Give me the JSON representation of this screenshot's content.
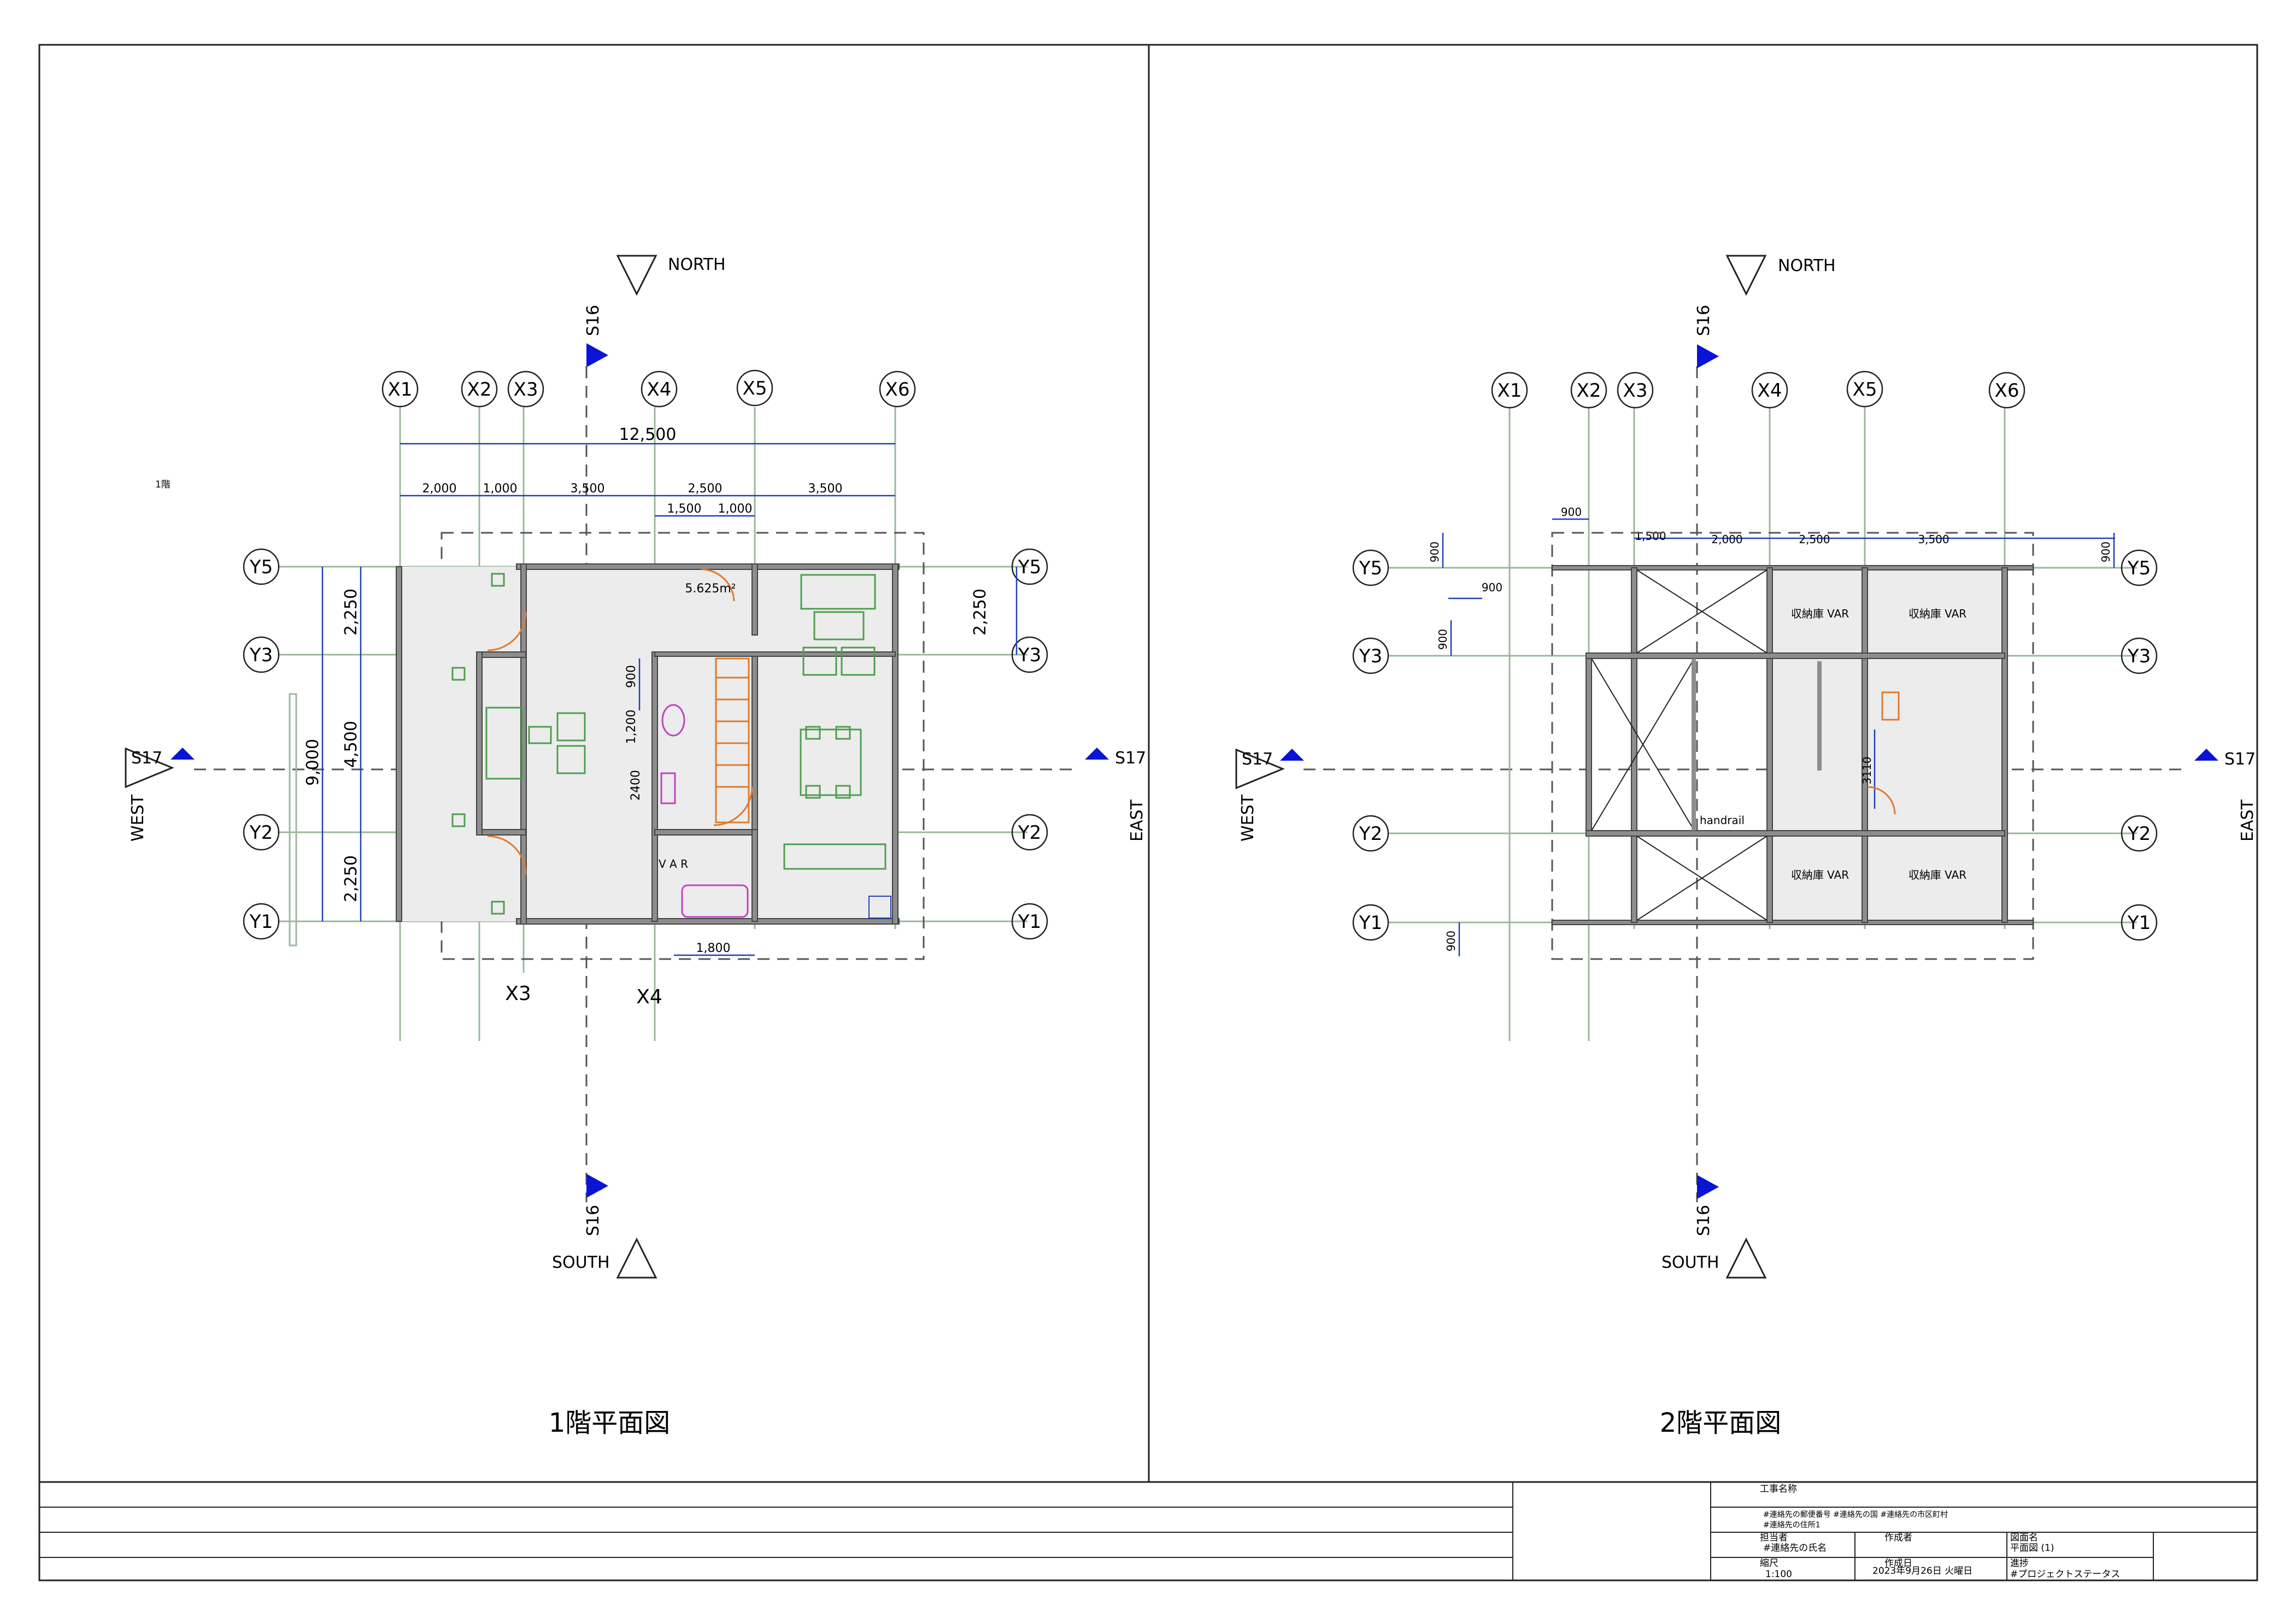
{
  "floor1": {
    "title": "1階平面図",
    "floor_label": "1階",
    "area": "5.625m²",
    "north": "NORTH",
    "south": "SOUTH",
    "west": "WEST",
    "east": "EAST",
    "section_ns": "S16",
    "section_ew": "S17",
    "grid_x": [
      "X1",
      "X2",
      "X3",
      "X4",
      "X5",
      "X6"
    ],
    "grid_y": [
      "Y5",
      "Y3",
      "Y2",
      "Y1"
    ],
    "grid_x_bottom": [
      "X3",
      "X4"
    ],
    "dims_top": {
      "total": "12,500",
      "parts": [
        "2,000",
        "1,000",
        "3,500",
        "2,500",
        "3,500"
      ],
      "sub": [
        "1,500",
        "1,000"
      ]
    },
    "dims_side": {
      "total": "9,000",
      "parts": [
        "2,250",
        "4,500",
        "2,250"
      ],
      "right": "2,250"
    },
    "dims_inner": [
      "900",
      "1,200",
      "2400"
    ],
    "dim_bottom": "1,800",
    "var_label": "V A R"
  },
  "floor2": {
    "title": "2階平面図",
    "north": "NORTH",
    "south": "SOUTH",
    "west": "WEST",
    "east": "EAST",
    "section_ns": "S16",
    "section_ew": "S17",
    "grid_x": [
      "X1",
      "X2",
      "X3",
      "X4",
      "X5",
      "X6"
    ],
    "grid_y": [
      "Y5",
      "Y3",
      "Y2",
      "Y1"
    ],
    "dims_top": [
      "900",
      "1,500",
      "2,000",
      "2,500",
      "3,500"
    ],
    "dims_side": [
      "900",
      "900",
      "900",
      "900",
      "900"
    ],
    "stair_dim": "3110",
    "handrail": "handrail",
    "storage": [
      "収納庫 VAR",
      "収納庫 VAR",
      "収納庫 VAR",
      "収納庫 VAR"
    ]
  },
  "title_block": {
    "project_label": "工事名称",
    "address_line1": "#連絡先の郵便番号 #連絡先の国 #連絡先の市区町村",
    "address_line2": "#連絡先の住所1",
    "person_label": "担当者",
    "person_value": "#連絡先の氏名",
    "author_label": "作成者",
    "drawing_label": "図面名",
    "drawing_value": "平面図 (1)",
    "scale_label": "縮尺",
    "scale_value": "1:100",
    "date_label": "作成日",
    "date_value": "2023年9月26日 火曜日",
    "progress_label": "進捗",
    "progress_value": "#プロジェクトステータス"
  },
  "colors": {
    "section_marker": "#0a14d6",
    "dimension": "#1f3fb8",
    "grid": "#9bb89b",
    "furniture": "#4f9e4f",
    "plumbing": "#c044c0",
    "door": "#e07a2e"
  }
}
